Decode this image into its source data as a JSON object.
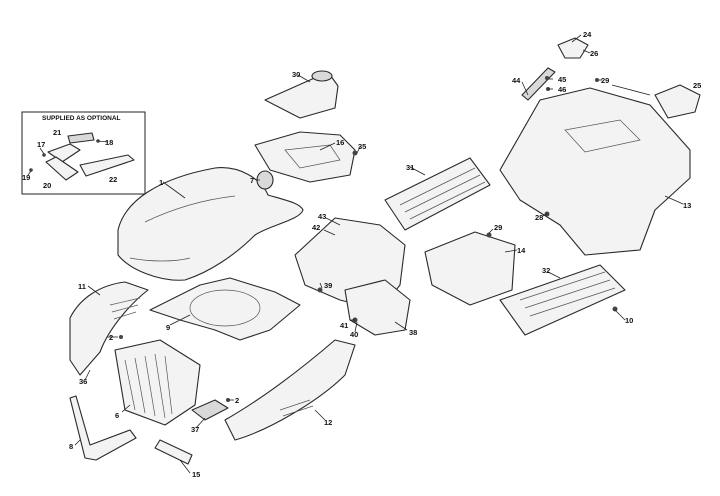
{
  "optional_box": {
    "title": "SUPPLIED AS OPTIONAL"
  },
  "callouts": {
    "c1": "1",
    "c2a": "2",
    "c2b": "2",
    "c6": "6",
    "c7": "7",
    "c8": "8",
    "c9": "9",
    "c10": "10",
    "c11": "11",
    "c12": "12",
    "c13": "13",
    "c14": "14",
    "c15": "15",
    "c16": "16",
    "c17": "17",
    "c18": "18",
    "c19": "19",
    "c20": "20",
    "c21": "21",
    "c22": "22",
    "c24": "24",
    "c25": "25",
    "c26": "26",
    "c28": "28",
    "c29a": "29",
    "c29b": "29",
    "c30": "30",
    "c31": "31",
    "c32": "32",
    "c35": "35",
    "c36": "36",
    "c37": "37",
    "c38": "38",
    "c39": "39",
    "c40": "40",
    "c41": "41",
    "c42": "42",
    "c43": "43",
    "c44": "44",
    "c45": "45",
    "c46": "46"
  }
}
